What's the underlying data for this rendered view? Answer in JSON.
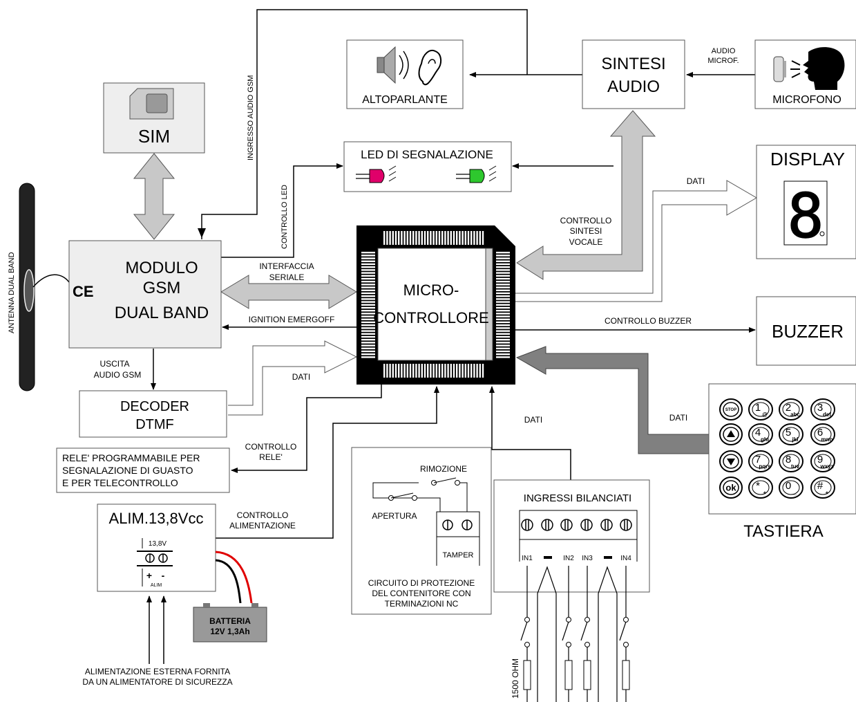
{
  "colors": {
    "box_fill": "#eeeeee",
    "arrow_gray": "#c8c8c8",
    "arrow_dark": "#808080",
    "chip_black": "#000000",
    "led_red": "#e0006a",
    "led_green": "#2ec82e",
    "wire_red": "#e00000"
  },
  "labels": {
    "sim": "SIM",
    "gsm_line1": "MODULO",
    "gsm_line2": "GSM",
    "gsm_line3": "DUAL BAND",
    "ce": "CE",
    "antenna": "ANTENNA DUAL BAND",
    "speaker": "ALTOPARLANTE",
    "sintesi_line1": "SINTESI",
    "sintesi_line2": "AUDIO",
    "microfono": "MICROFONO",
    "audio_microf_line1": "AUDIO",
    "audio_microf_line2": "MICROF.",
    "ingresso_audio_gsm": "INGRESSO AUDIO GSM",
    "controllo_led": "CONTROLLO LED",
    "led_panel": "LED DI SEGNALAZIONE",
    "display": "DISPLAY",
    "display_digit": "8",
    "dati_display": "DATI",
    "ctrl_sintesi_line1": "CONTROLLO",
    "ctrl_sintesi_line2": "SINTESI",
    "ctrl_sintesi_line3": "VOCALE",
    "interfaccia_line1": "INTERFACCIA",
    "interfaccia_line2": "SERIALE",
    "ignition": "IGNITION EMERGOFF",
    "mc_line1": "MICRO-",
    "mc_line2": "CONTROLLORE",
    "controllo_buzzer": "CONTROLLO BUZZER",
    "buzzer": "BUZZER",
    "uscita_line1": "USCITA",
    "uscita_line2": "AUDIO GSM",
    "dtmf_line1": "DECODER",
    "dtmf_line2": "DTMF",
    "dati_dtmf": "DATI",
    "ctrl_rele_line1": "CONTROLLO",
    "ctrl_rele_line2": "RELE'",
    "rele_line1": "RELE' PROGRAMMABILE PER",
    "rele_line2": "SEGNALAZIONE DI GUASTO",
    "rele_line3": "E PER TELECONTROLLO",
    "alim_title": "ALIM.13,8Vcc",
    "alim_138": "13,8V",
    "alim_small": "ALIM",
    "ctrl_alim_line1": "CONTROLLO",
    "ctrl_alim_line2": "ALIMENTAZIONE",
    "batteria_line1": "BATTERIA",
    "batteria_line2": "12V 1,3Ah",
    "ext_line1": "ALIMENTAZIONE ESTERNA FORNITA",
    "ext_line2": "DA UN ALIMENTATORE DI SICUREZZA",
    "rimozione": "RIMOZIONE",
    "apertura": "APERTURA",
    "tamper": "TAMPER",
    "prot_line1": "CIRCUITO DI PROTEZIONE",
    "prot_line2": "DEL CONTENITORE CON",
    "prot_line3": "TERMINAZIONI NC",
    "dati_ingressi": "DATI",
    "ingressi": "INGRESSI BILANCIATI",
    "in1": "IN1",
    "in2": "IN2",
    "in3": "IN3",
    "in4": "IN4",
    "ohm": "1500 OHM",
    "dati_tastiera": "DATI",
    "tastiera": "TASTIERA"
  },
  "keypad": {
    "stop": "STOP",
    "ok": "ok",
    "keys": [
      {
        "d": "1",
        "s": "@"
      },
      {
        "d": "2",
        "s": "abc"
      },
      {
        "d": "3",
        "s": "def"
      },
      {
        "d": "4",
        "s": "ghi"
      },
      {
        "d": "5",
        "s": "jkl"
      },
      {
        "d": "6",
        "s": "mno"
      },
      {
        "d": "7",
        "s": "pqrs"
      },
      {
        "d": "8",
        "s": "tuv"
      },
      {
        "d": "9",
        "s": "wxyz"
      },
      {
        "d": "*",
        "s": "+"
      },
      {
        "d": "0",
        "s": "_"
      },
      {
        "d": "#",
        "s": "+"
      }
    ]
  },
  "icons": [
    "sim-card-icon",
    "speaker-icon",
    "ear-icon",
    "microphone-icon",
    "speaking-head-icon",
    "led-red-icon",
    "led-green-icon",
    "seven-segment-icon",
    "antenna-icon",
    "battery-icon",
    "keypad-icon"
  ]
}
